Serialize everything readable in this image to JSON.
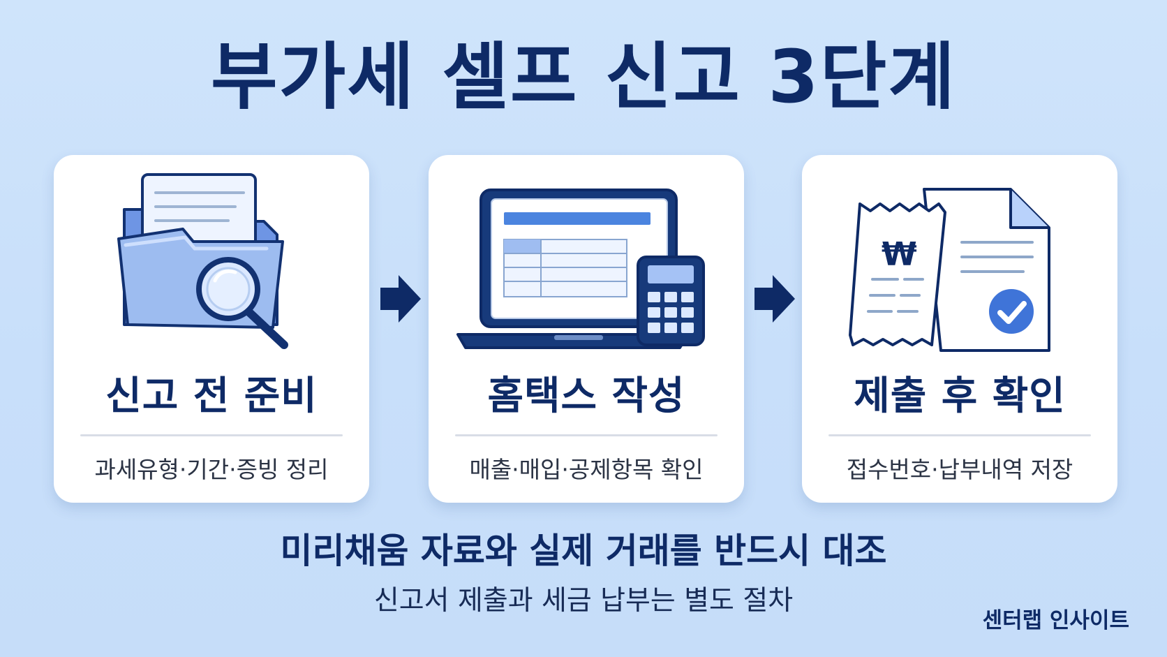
{
  "header": {
    "title": "부가세 셀프 신고 3단계"
  },
  "steps": [
    {
      "title": "신고 전 준비",
      "description": "과세유형·기간·증빙 정리",
      "icon": "folder-magnifier-icon"
    },
    {
      "title": "홈택스 작성",
      "description": "매출·매입·공제항목 확인",
      "icon": "laptop-calculator-icon"
    },
    {
      "title": "제출 후 확인",
      "description": "접수번호·납부내역 저장",
      "icon": "receipt-document-check-icon"
    }
  ],
  "connectors": [
    {
      "icon": "right-arrow-icon"
    },
    {
      "icon": "right-arrow-icon"
    }
  ],
  "footer": {
    "note_primary": "미리채움 자료와 실제 거래를 반드시 대조",
    "note_secondary": "신고서 제출과 세금 납부는 별도 절차",
    "brand": "센터랩 인사이트",
    "receipt_currency_symbol": "₩"
  },
  "colors": {
    "background": "#cfe4fb",
    "navy": "#0e2a66",
    "card": "#ffffff",
    "accent_blue": "#3f74d8",
    "light_blue": "#b9d2fb"
  }
}
